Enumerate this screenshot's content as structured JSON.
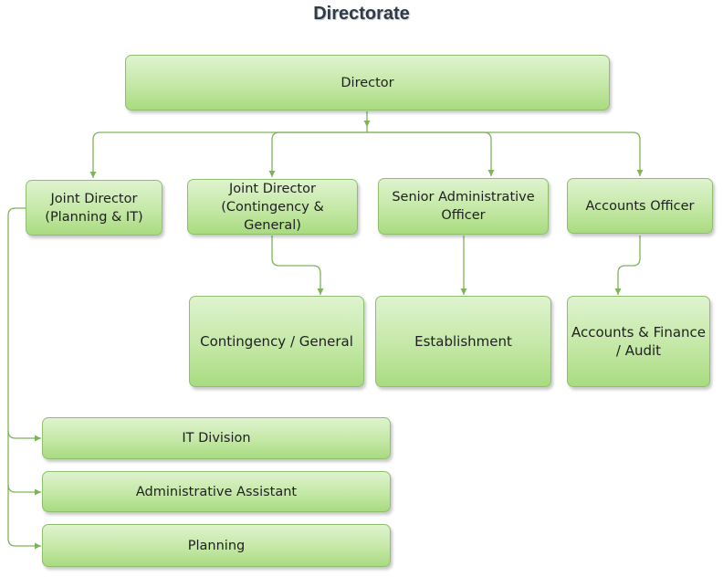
{
  "title": "Directorate",
  "nodes": {
    "director": "Director",
    "jd_planning": "Joint Director\n(Planning & IT)",
    "jd_contingency": "Joint Director\n(Contingency & General)",
    "sao": "Senior Administrative\nOfficer",
    "accounts_officer": "Accounts Officer",
    "contingency_general": "Contingency / General",
    "establishment": "Establishment",
    "accounts_finance": "Accounts & Finance\n/ Audit",
    "it_division": "IT Division",
    "admin_assistant": "Administrative Assistant",
    "planning": "Planning"
  },
  "colors": {
    "box_fill_top": "#dff3cf",
    "box_fill_bottom": "#a9db80",
    "box_border": "#8fbf6e",
    "connector": "#7fb35a",
    "title": "#2f3b4a"
  }
}
